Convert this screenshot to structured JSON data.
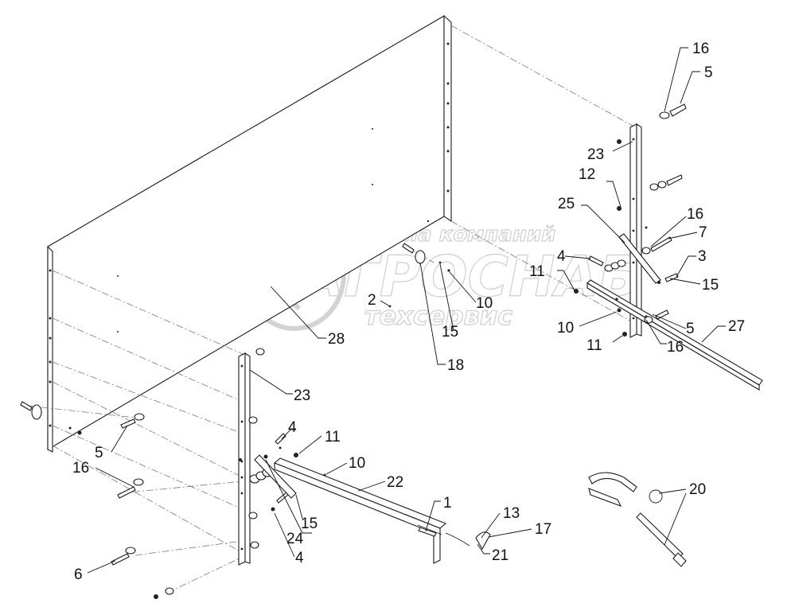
{
  "watermark": {
    "line1": "группа компаний",
    "line2": "АГРОСНАБ",
    "line3": "техсервис"
  },
  "callouts": [
    {
      "id": "c16a",
      "text": "16"
    },
    {
      "id": "c5a",
      "text": "5"
    },
    {
      "id": "c23a",
      "text": "23"
    },
    {
      "id": "c12",
      "text": "12"
    },
    {
      "id": "c25",
      "text": "25"
    },
    {
      "id": "c16b",
      "text": "16"
    },
    {
      "id": "c7",
      "text": "7"
    },
    {
      "id": "c3",
      "text": "3"
    },
    {
      "id": "c4a",
      "text": "4"
    },
    {
      "id": "c11a",
      "text": "11"
    },
    {
      "id": "c15a",
      "text": "15"
    },
    {
      "id": "c10a",
      "text": "10"
    },
    {
      "id": "c27",
      "text": "27"
    },
    {
      "id": "c5b",
      "text": "5"
    },
    {
      "id": "c16c",
      "text": "16"
    },
    {
      "id": "c11b",
      "text": "11"
    },
    {
      "id": "c2",
      "text": "2"
    },
    {
      "id": "c10b",
      "text": "10"
    },
    {
      "id": "c15b",
      "text": "15"
    },
    {
      "id": "c28",
      "text": "28"
    },
    {
      "id": "c18",
      "text": "18"
    },
    {
      "id": "c23b",
      "text": "23"
    },
    {
      "id": "c4b",
      "text": "4"
    },
    {
      "id": "c11c",
      "text": "11"
    },
    {
      "id": "c10c",
      "text": "10"
    },
    {
      "id": "c22",
      "text": "22"
    },
    {
      "id": "c1",
      "text": "1"
    },
    {
      "id": "c13",
      "text": "13"
    },
    {
      "id": "c17",
      "text": "17"
    },
    {
      "id": "c21",
      "text": "21"
    },
    {
      "id": "c20",
      "text": "20"
    },
    {
      "id": "c5c",
      "text": "5"
    },
    {
      "id": "c16d",
      "text": "16"
    },
    {
      "id": "c15c",
      "text": "15"
    },
    {
      "id": "c24",
      "text": "24"
    },
    {
      "id": "c4c",
      "text": "4"
    },
    {
      "id": "c6",
      "text": "6"
    }
  ]
}
